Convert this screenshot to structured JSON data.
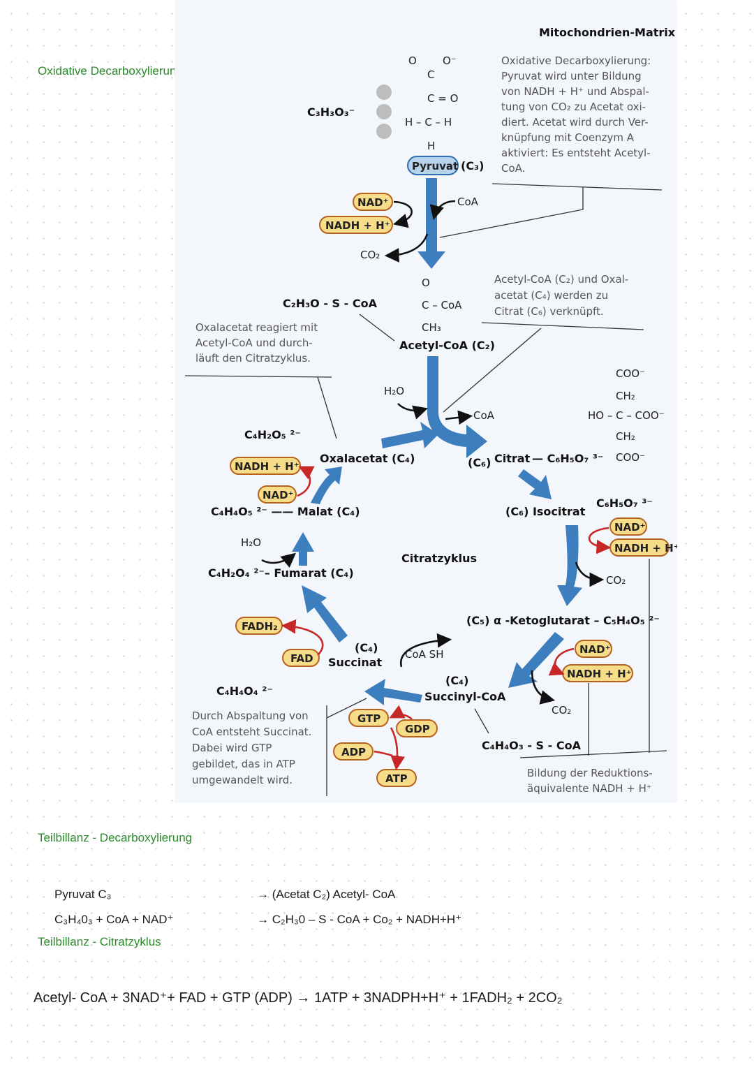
{
  "notes": {
    "heading1": "Oxidative Decarboxylierung und Citratzyklus",
    "heading2": "Teilbillanz - Decarboxylierung",
    "line1_left": "Pyruvat C₃",
    "line1_right": "→ (Acetat C₂) Acetyl- CoA",
    "line2_left": "C₃H₄0₃ + CoA + NAD⁺",
    "line2_right": "→ C₂H₃0 – S -  CoA + Co₂ + NADH+H⁺",
    "heading3": "Teilbillanz - Citratzyklus",
    "final_equation": "Acetyl- CoA + 3NAD⁺+ FAD + GTP (ADP)   → 1ATP + 3NADPH+H⁺ + 1FADH₂ + 2CO₂"
  },
  "figure": {
    "header": "Mitochondrien-Matrix",
    "ox_decarb_caption": [
      "Oxidative Decarboxylierung:",
      "Pyruvat wird unter Bildung",
      "von NADH + H⁺ und Abspal-",
      "tung von CO₂ zu Acetat oxi-",
      "diert. Acetat wird durch Ver-",
      "knüpfung mit Coenzym A",
      "aktiviert: Es entsteht Acetyl-",
      "CoA."
    ],
    "acetyl_caption": [
      "Acetyl-CoA (C₂) und Oxal-",
      "acetat (C₄) werden zu",
      "Citrat (C₆) verknüpft."
    ],
    "oxal_caption": [
      "Oxalacetat reagiert mit",
      "Acetyl-CoA und durch-",
      "läuft den Citratzyklus."
    ],
    "succinat_caption": [
      "Durch Abspaltung von",
      "CoA entsteht Succinat.",
      "Dabei wird GTP",
      "gebildet, das in ATP",
      "umgewandelt wird."
    ],
    "reduction_caption": [
      "Bildung der Reduktions-",
      "äquivalente NADH + H⁺"
    ],
    "pyruvat_formula": "C₃H₃O₃⁻",
    "pyruvat": "Pyruvat",
    "pyruvat_c": "(C₃)",
    "coa": "CoA",
    "co2": "CO₂",
    "nad": "NAD⁺",
    "nadh": "NADH + H⁺",
    "fad": "FAD",
    "fadh2": "FADH₂",
    "gtp": "GTP",
    "gdp": "GDP",
    "adp": "ADP",
    "atp": "ATP",
    "h2o": "H₂O",
    "acetyl_formula": "C₂H₃O - S - CoA",
    "acetyl_coa": "Acetyl-CoA (C₂)",
    "oxalacetat": "Oxalacetat  (C₄)",
    "oxal_formula": "C₄H₂O₅ ²⁻",
    "citrat": "Citrat",
    "citrat_c": "(C₆)",
    "citrat_formula": "— C₆H₅O₇ ³⁻",
    "isocitrat": "(C₆) Isocitrat",
    "isocitrat_formula": "C₆H₅O₇ ³⁻",
    "ketoglutarat": "(C₅) α -Ketoglutarat – C₅H₄O₅ ²⁻",
    "succinyl_c": "(C₄)",
    "succinyl": "Succinyl-CoA",
    "succinyl_formula": "C₄H₄O₃ - S - CoA",
    "coash": "CoA SH",
    "succinat_c": "(C₄)",
    "succinat": "Succinat",
    "succinat_formula": "C₄H₄O₄ ²⁻",
    "fumarat": "C₄H₂O₄ ²⁻– Fumarat  (C₄)",
    "malat": "C₄H₄O₅ ²⁻ —— Malat  (C₄)",
    "cycle": "Citratzyklus",
    "citrat_struct": [
      "COO⁻",
      "CH₂",
      "HO – C – COO⁻",
      "CH₂",
      "COO⁻"
    ],
    "pyr_struct": {
      "o_top": "O",
      "o_minus": "O⁻",
      "c1": "C",
      "c2": "C = O",
      "c3": "H – C – H",
      "h": "H"
    },
    "acetyl_struct": {
      "o": "O",
      "c": "C – CoA",
      "ch3": "CH₃"
    }
  }
}
